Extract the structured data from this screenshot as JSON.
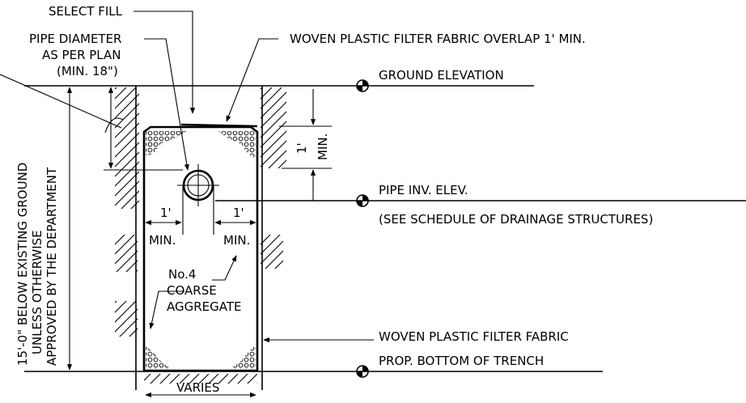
{
  "labels": {
    "select_fill": "SELECT FILL",
    "pipe_diameter_1": "PIPE DIAMETER",
    "pipe_diameter_2": "AS PER PLAN",
    "pipe_diameter_3": "(MIN. 18\")",
    "woven_overlap": "WOVEN PLASTIC FILTER FABRIC OVERLAP 1' MIN.",
    "ground_elevation": "GROUND ELEVATION",
    "pipe_inv_elev": "PIPE INV. ELEV.",
    "see_schedule": "(SEE SCHEDULE OF DRAINAGE STRUCTURES)",
    "woven_fabric": "WOVEN PLASTIC FILTER FABRIC",
    "prop_bottom": "PROP. BOTTOM OF TRENCH",
    "varies": "VARIES",
    "dim_1ft_left": "1'",
    "dim_min_left": "MIN.",
    "dim_1ft_right": "1'",
    "dim_min_right": "MIN.",
    "dim_1ft_top": "1'",
    "dim_min_top": "MIN.",
    "aggregate_1": "No.4",
    "aggregate_2": "COARSE",
    "aggregate_3": "AGGREGATE",
    "depth_1": "15'-0\" BELOW EXISTING GROUND",
    "depth_2": "UNLESS OTHERWISE",
    "depth_3": "APPROVED BY THE DEPARTMENT"
  }
}
